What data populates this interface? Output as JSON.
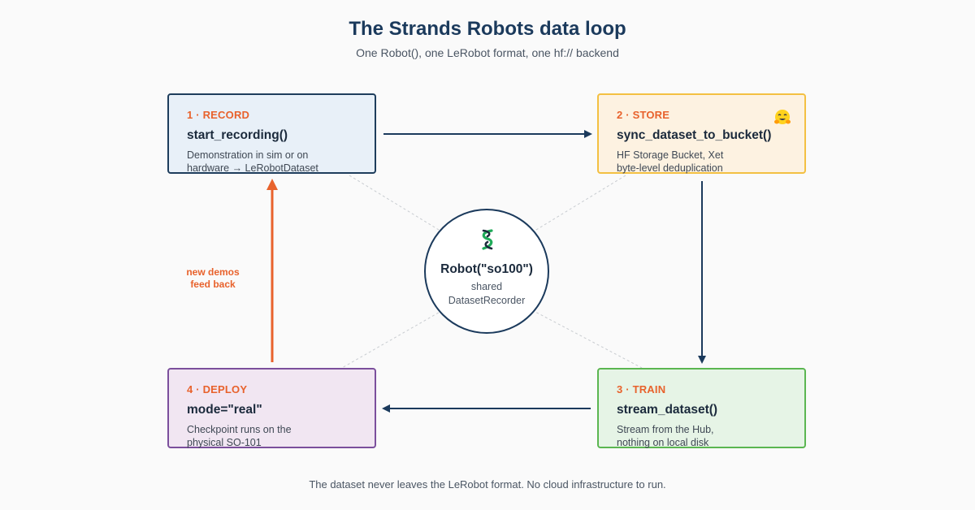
{
  "header": {
    "title": "The Strands Robots data loop",
    "subtitle": "One Robot(), one LeRobot format, one hf:// backend"
  },
  "steps": {
    "record": {
      "step": "1 · RECORD",
      "fn": "start_recording()",
      "desc_line1": "Demonstration in sim or on",
      "desc_line2": "hardware → LeRobotDataset",
      "color": "#1e3d5c"
    },
    "store": {
      "step": "2 · STORE",
      "fn": "sync_dataset_to_bucket()",
      "desc_line1": "HF Storage Bucket, Xet",
      "desc_line2": "byte-level deduplication",
      "color": "#f3c042",
      "icon": "hugging-face-emoji-icon"
    },
    "train": {
      "step": "3 · TRAIN",
      "fn": "stream_dataset()",
      "desc_line1": "Stream from the Hub,",
      "desc_line2": "nothing on local disk",
      "color": "#5bb651"
    },
    "deploy": {
      "step": "4 · DEPLOY",
      "fn": "mode=\"real\"",
      "desc_line1": "Checkpoint runs on the",
      "desc_line2": "physical SO-101",
      "color": "#7b4f9c"
    }
  },
  "center": {
    "robot": "Robot(\"so100\")",
    "line1": "shared",
    "line2": "DatasetRecorder",
    "icon": "strands-logo-icon"
  },
  "feedback": {
    "line1": "new demos",
    "line2": "feed back",
    "color": "#e8622c"
  },
  "footer": "The dataset never leaves the LeRobot format. No cloud infrastructure to run.",
  "colors": {
    "arrow": "#1b3a5c",
    "accent": "#e8622c",
    "connector": "#c8ccd0"
  }
}
